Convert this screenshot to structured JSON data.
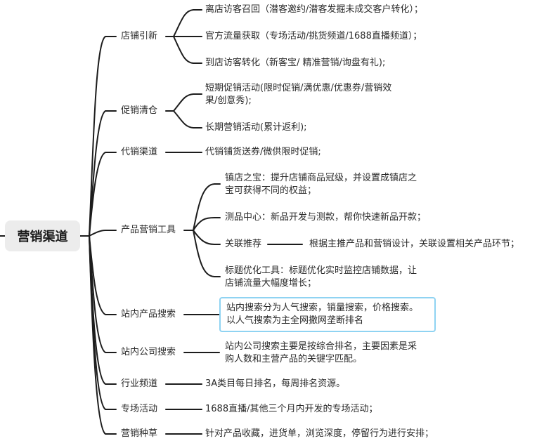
{
  "root": {
    "label": "营销渠道"
  },
  "branches": [
    {
      "label": "店铺引新",
      "children": [
        {
          "label": "离店访客召回（潜客邀约/潜客发掘未成交客户转化）；"
        },
        {
          "label": "官方流量获取（专场活动/挑货频道/1688直播频道）；"
        },
        {
          "label": "到店访客转化（新客宝/ 精准营销/询盘有礼);"
        }
      ]
    },
    {
      "label": "促销清仓",
      "children": [
        {
          "line1": "短期促销活动(限时促销/满优惠/优惠券/营销效",
          "line2": "果/创意秀);"
        },
        {
          "label": "长期营销活动(累计返利);"
        }
      ]
    },
    {
      "label": "代销渠道",
      "children": [
        {
          "label": "代销铺货送券/微供限时促销;"
        }
      ]
    },
    {
      "label": "产品营销工具",
      "children": [
        {
          "line1": "镇店之宝：提升店铺商品冠级，并设置成镇店之",
          "line2": "宝可获得不同的权益；"
        },
        {
          "label": "测品中心：新品开发与测款，帮你快速新品开款；"
        },
        {
          "label": "关联推荐",
          "detail": "根据主推产品和营销设计，关联设置相关产品环节；"
        },
        {
          "line1": "标题优化工具：标题优化实时监控店铺数据，让",
          "line2": "店铺流量大幅度增长；"
        }
      ]
    },
    {
      "label": "站内产品搜索",
      "children": [
        {
          "line1": "站内搜索分为人气搜索，销量搜索，价格搜索。",
          "line2": "以人气搜索为主全网撒网垄断排名",
          "highlight_border": "#8fd3f2"
        }
      ]
    },
    {
      "label": "站内公司搜索",
      "children": [
        {
          "line1": "站内公司搜索主要是按综合排名，主要因素是采",
          "line2": "购人数和主营产品的关键字匹配。"
        }
      ]
    },
    {
      "label": "行业频道",
      "children": [
        {
          "label": "3A类目每日排名，每周排名资源。"
        }
      ]
    },
    {
      "label": "专场活动",
      "children": [
        {
          "label": "1688直播/其他三个月内开发的专场活动；"
        }
      ]
    },
    {
      "label": "营销种草",
      "children": [
        {
          "label": "针对产品收藏，进货单，浏览深度，停留行为进行安排；"
        }
      ]
    }
  ],
  "colors": {
    "line": "#1c1c1c",
    "root_bg": "#ececec",
    "highlight_border": "#8fd3f2"
  }
}
